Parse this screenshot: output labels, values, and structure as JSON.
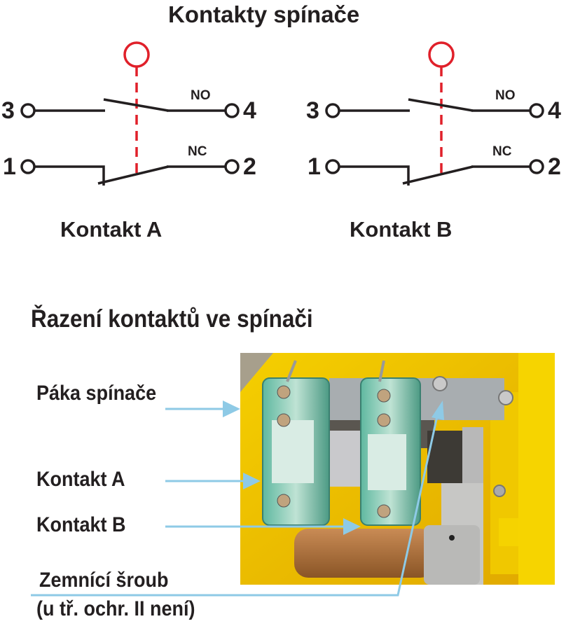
{
  "top_title": "Kontakty spínače",
  "contacts": [
    {
      "name": "Kontakt A",
      "terminals": {
        "t3": "3",
        "t4": "4",
        "t1": "1",
        "t2": "2"
      },
      "no_label": "NO",
      "nc_label": "NC"
    },
    {
      "name": "Kontakt B",
      "terminals": {
        "t3": "3",
        "t4": "4",
        "t1": "1",
        "t2": "2"
      },
      "no_label": "NO",
      "nc_label": "NC"
    }
  ],
  "section_title": "Řazení kontaktů ve spínači",
  "photo_labels": {
    "lever": "Páka spínače",
    "contact_a": "Kontakt A",
    "contact_b": "Kontakt B",
    "ground_screw": "Zemnící šroub",
    "ground_note": "(u tř. ochr. II není)"
  },
  "colors": {
    "actuator": "#e0202a",
    "line": "#231f20",
    "arrow": "#8ecae6",
    "housing": "#f2c500"
  }
}
